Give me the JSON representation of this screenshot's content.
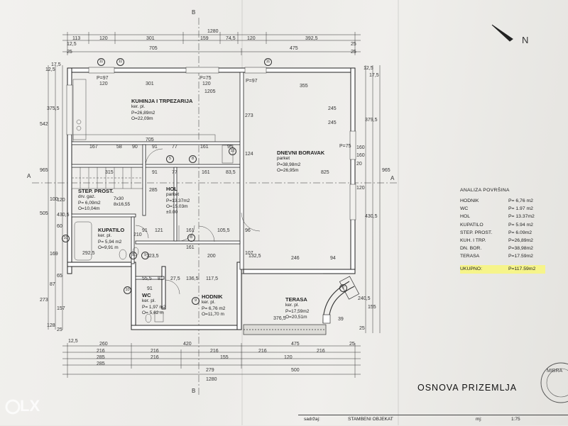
{
  "section_markers": {
    "b": "B",
    "a": "A"
  },
  "north_label": "N",
  "top_dims": {
    "overall": "1280",
    "row1": [
      "113",
      "120",
      "301",
      "159",
      "74,5",
      "120",
      "392,5"
    ],
    "row1_edges": [
      "12,5",
      "25"
    ],
    "row2": [
      "705",
      "475"
    ],
    "row2_edges": [
      "25",
      "25"
    ]
  },
  "bottom_dims": {
    "row1": [
      "260",
      "420",
      "475"
    ],
    "row2": [
      "216",
      "216",
      "216",
      "216",
      "216"
    ],
    "row3": [
      "285",
      "216",
      "155",
      "120"
    ],
    "row4": [
      "285",
      "279",
      "500"
    ],
    "overall": "1280",
    "edges": [
      "12,5",
      "25"
    ]
  },
  "left_dims": [
    "12,5",
    "17,5",
    "542",
    "375,5",
    "965",
    "505",
    "430,5",
    "120",
    "60",
    "100",
    "169",
    "87",
    "65",
    "273",
    "157",
    "128",
    "25"
  ],
  "right_dims": [
    "12,5",
    "17,5",
    "379,5",
    "245",
    "160",
    "20",
    "965",
    "120",
    "430,5",
    "240,5",
    "155",
    "25"
  ],
  "interior_dims": [
    "P=97",
    "P=75",
    "P=97",
    "120",
    "301",
    "120",
    "355",
    "1205",
    "705",
    "167",
    "58",
    "90",
    "91",
    "77",
    "161",
    "95",
    "315",
    "91",
    "77",
    "161",
    "83,5",
    "273",
    "124",
    "285",
    "91",
    "121",
    "161",
    "105,5",
    "96",
    "210",
    "123,5",
    "161",
    "200",
    "107",
    "132,5",
    "246",
    "94",
    "292,5",
    "55,5",
    "81",
    "27,5",
    "136,5",
    "117,5",
    "91",
    "376,5",
    "39",
    "160",
    "825",
    "245",
    "P=75"
  ],
  "callouts": [
    "11",
    "11",
    "11",
    "5",
    "8",
    "8",
    "10",
    "10",
    "9",
    "9",
    "2",
    "12",
    "9"
  ],
  "rooms": {
    "kuhinja": {
      "name": "KUHINJA I TRPEZARIJA",
      "line1": "ker. pl.",
      "line2": "P=26,89m2",
      "line3": "O=22,09m"
    },
    "dnevni": {
      "name": "DNEVNI BORAVAK",
      "line1": "parket",
      "line2": "P=38,98m2",
      "line3": "O=26,95m"
    },
    "hol": {
      "name": "HOL",
      "line1": "parket",
      "line2": "P=13.37m2",
      "line3": "O=15.03m",
      "line4": "±0.00"
    },
    "stepenice": {
      "name": "STEP. PROST.",
      "line1": "drv. gaz.",
      "line2": "P= 6,09m2",
      "line3": "O=10,04m",
      "line4": "7x30",
      "line5": "8x16,55"
    },
    "kupatilo": {
      "name": "KUPATILO",
      "line1": "ker. pl.",
      "line2": "P= 5,94 m2",
      "line3": "O=9,91 m"
    },
    "wc": {
      "name": "WC",
      "line1": "ker. pl.",
      "line2": "P= 1,97 m2",
      "line3": "O= 5,62 m"
    },
    "hodnik": {
      "name": "HODNIK",
      "line1": "ker. pl.",
      "line2": "P= 6,76 m2",
      "line3": "O=11,70 m"
    },
    "terasa": {
      "name": "TERASA",
      "line1": "ker. pl.",
      "line2": "P=17,59m2",
      "line3": "O=20,51m"
    }
  },
  "area_table": {
    "title": "ANALIZA POVRŠINA",
    "rows": [
      {
        "label": "HODNIK",
        "value": "P= 6,76 m2"
      },
      {
        "label": "WC",
        "value": "P= 1.97 m2"
      },
      {
        "label": "HOL",
        "value": "P= 13.37m2"
      },
      {
        "label": "KUPATILO",
        "value": "P= 5.94 m2"
      },
      {
        "label": "STEP. PROST.",
        "value": "P= 6.09m2"
      },
      {
        "label": "KUH. I TRP.",
        "value": "P=26,89m2"
      },
      {
        "label": "DN. BOR.",
        "value": "P=38,98m2"
      },
      {
        "label": "TERASA",
        "value": "P=17.59m2"
      }
    ],
    "total_label": "UKUPNO:",
    "total_value": "P=117.59m2",
    "highlight_color": "#f6f48a"
  },
  "plan_title": "OSNOVA PRIZEMLJA",
  "title_block": {
    "sadrzaj_label": "sadržaj:",
    "project": "STAMBENI OBJEKAT",
    "scale_label": "mj:",
    "scale": "1:75"
  },
  "stamp_text": "MIBRA"
}
